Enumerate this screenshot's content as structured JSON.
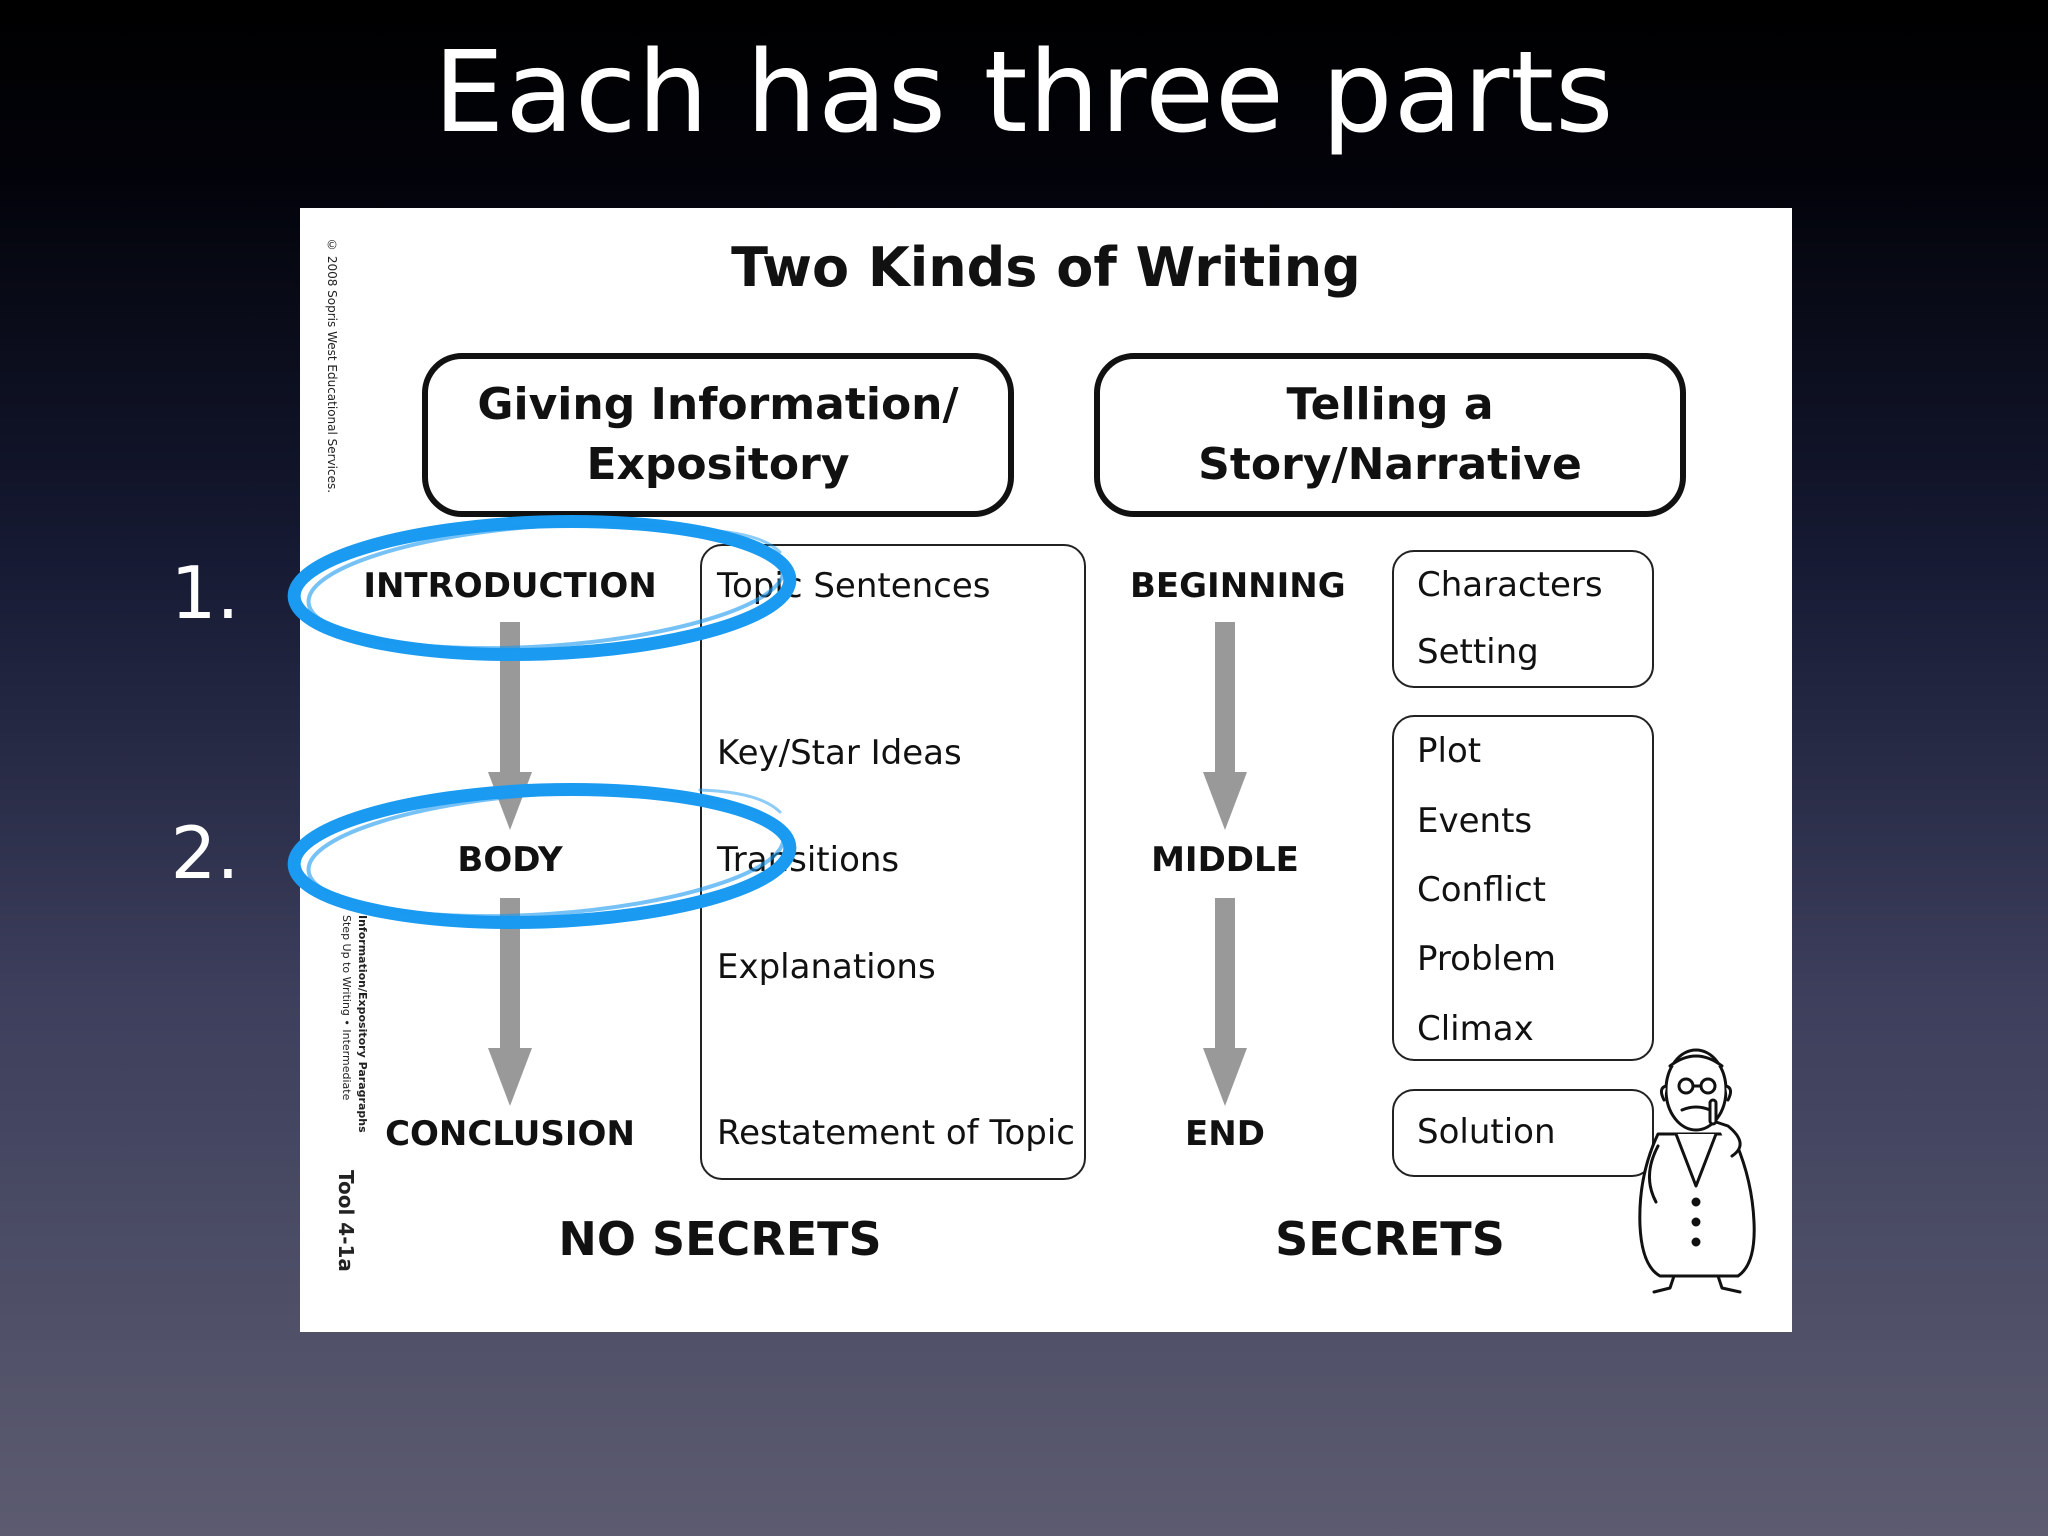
{
  "slide": {
    "title": "Each has three parts",
    "step_numbers": [
      "1.",
      "2."
    ]
  },
  "sheet": {
    "title": "Two Kinds of Writing",
    "copyright": "© 2008 Sopris West Educational Services.",
    "series_title": "Information/Expository Paragraphs",
    "series_subtitle": "Step Up to Writing • Intermediate",
    "tool_label": "Tool 4-1a"
  },
  "expository": {
    "heading_line1": "Giving Information/",
    "heading_line2": "Expository",
    "stages": [
      "INTRODUCTION",
      "BODY",
      "CONCLUSION"
    ],
    "items": {
      "topic_sentences": "Topic Sentences",
      "key_star_ideas": "Key/Star Ideas",
      "transitions": "Transitions",
      "explanations": "Explanations",
      "restatement": "Restatement of Topic"
    },
    "footer": "NO SECRETS"
  },
  "narrative": {
    "heading_line1": "Telling a",
    "heading_line2": "Story/Narrative",
    "stages": [
      "BEGINNING",
      "MIDDLE",
      "END"
    ],
    "beginning_items": [
      "Characters",
      "Setting"
    ],
    "middle_items": [
      "Plot",
      "Events",
      "Conflict",
      "Problem",
      "Climax"
    ],
    "end_items": [
      "Solution"
    ],
    "footer": "SECRETS"
  },
  "colors": {
    "highlight": "#1a9af0",
    "arrow": "#999999"
  },
  "icons": [
    "secretive-man-illustration",
    "down-arrow-icon"
  ]
}
